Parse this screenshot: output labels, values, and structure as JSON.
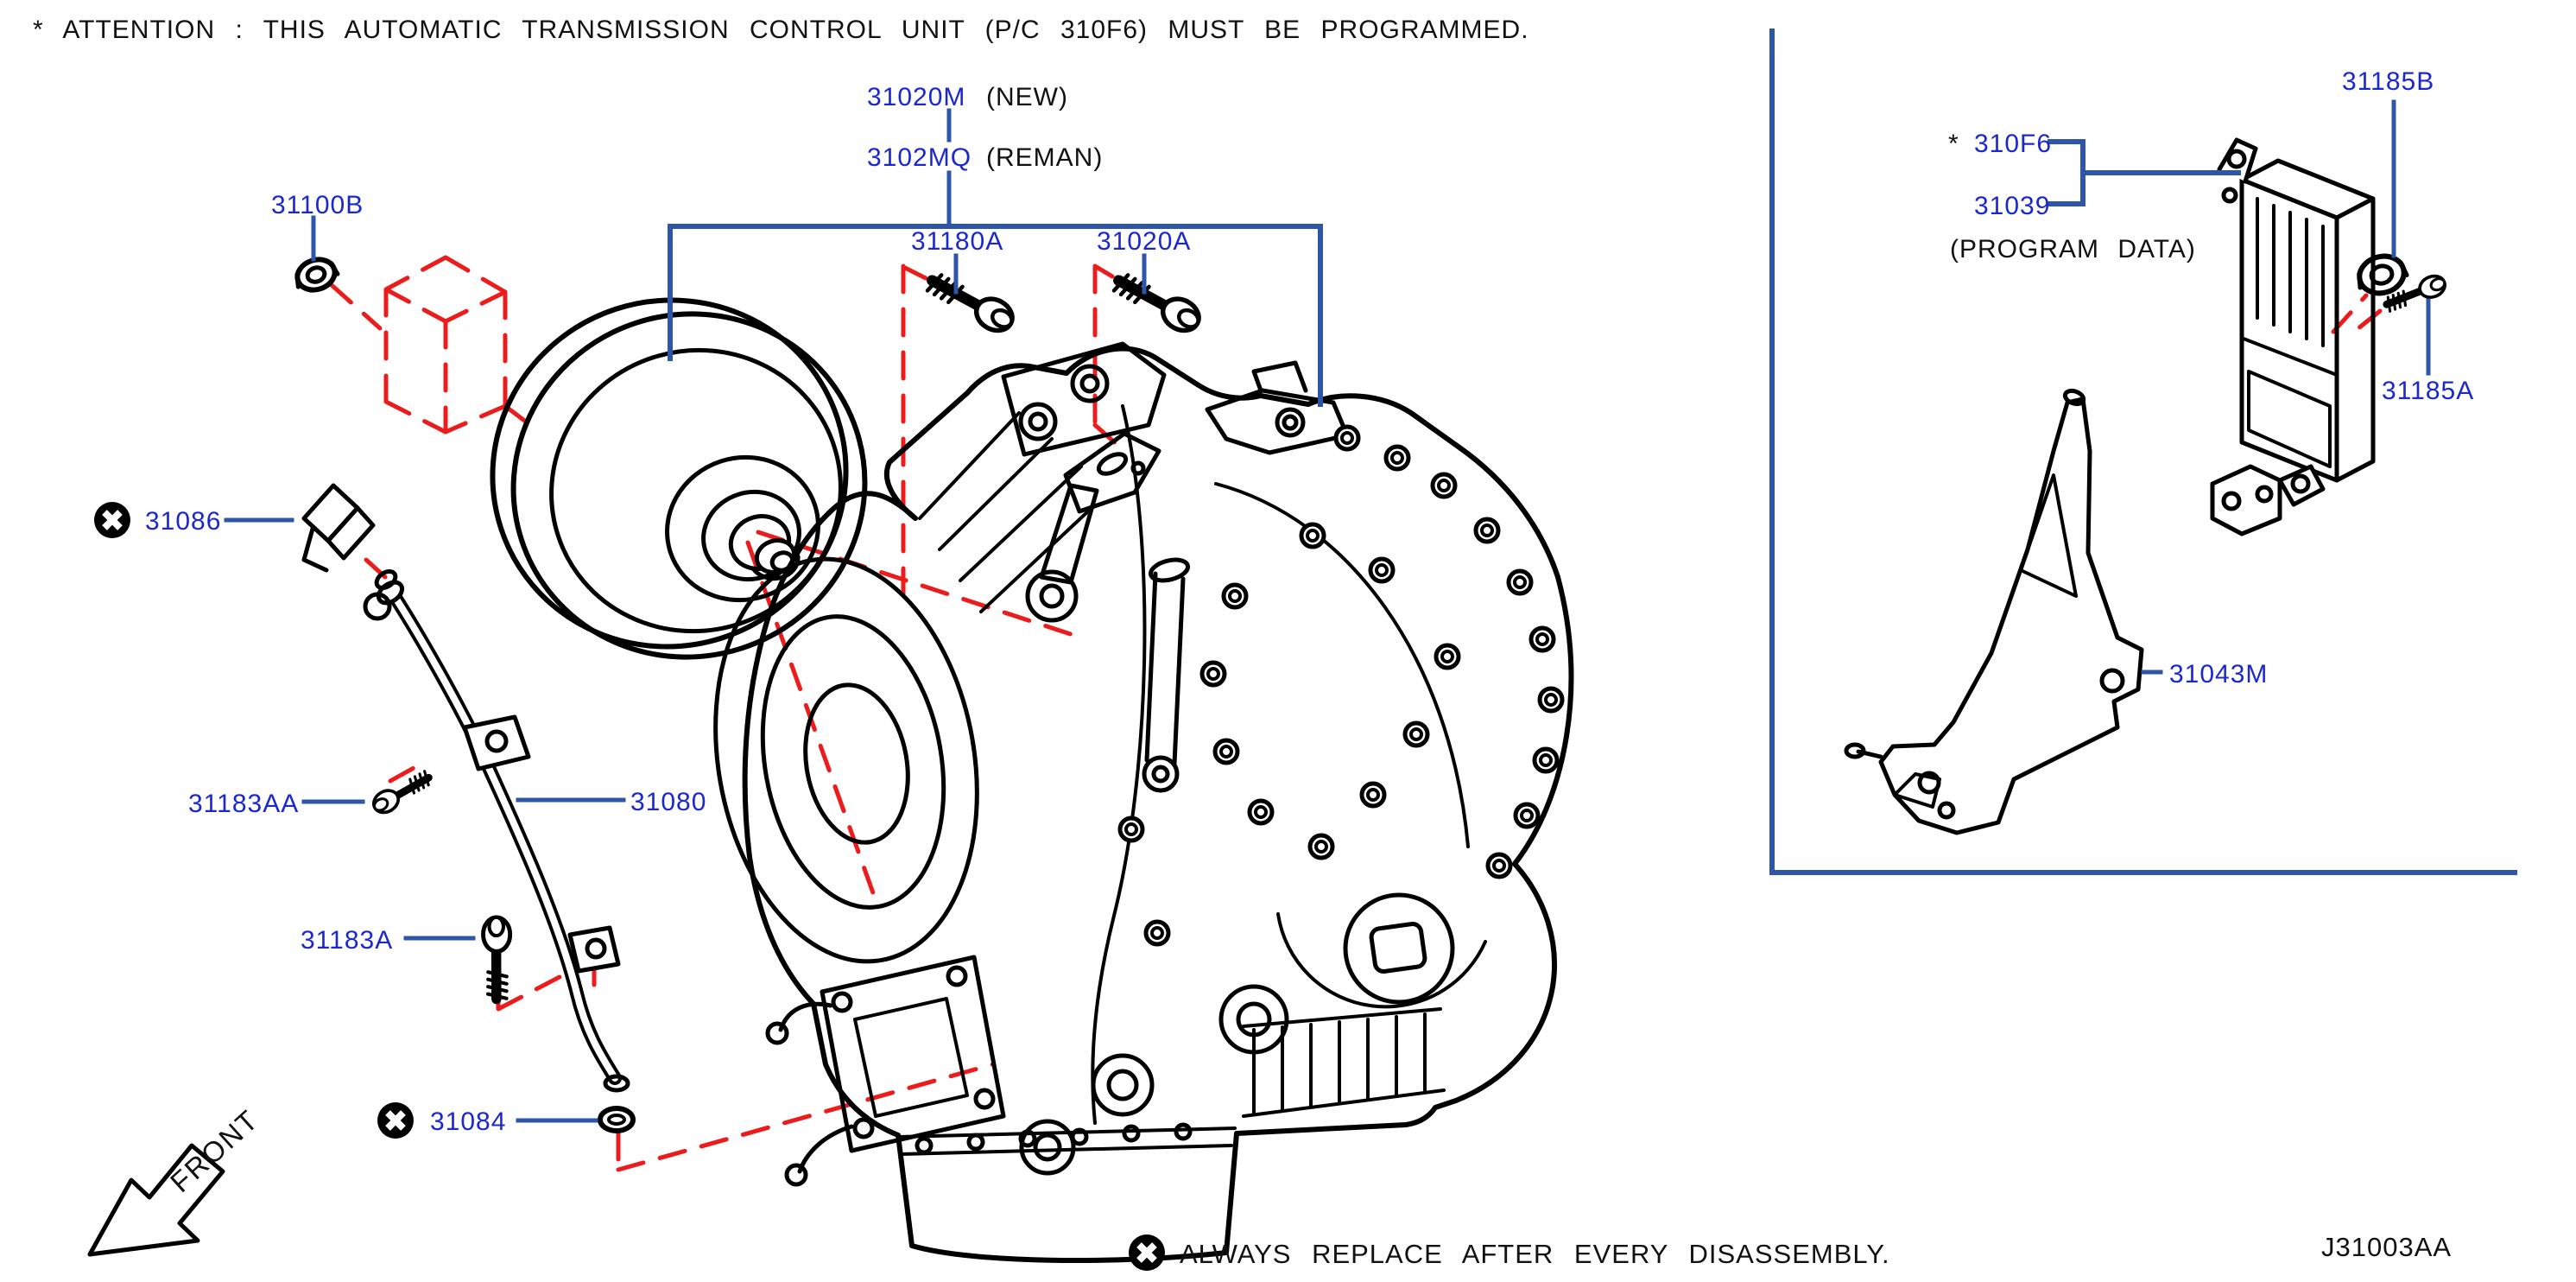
{
  "attention_note": "* ATTENTION : THIS AUTOMATIC TRANSMISSION CONTROL UNIT (P/C 310F6) MUST BE PROGRAMMED.",
  "replace_note": "ALWAYS REPLACE AFTER EVERY DISASSEMBLY.",
  "diagram_code": "J31003AA",
  "front_label": "FRONT",
  "colors": {
    "label_blue": "#1b27cf",
    "leader_blue": "#2d55a8",
    "phantom_red": "#ec1c1c",
    "line_black": "#000000"
  },
  "parts": {
    "tc_new_code": "31020M",
    "tc_new_note": "(NEW)",
    "tc_reman_code": "3102MQ",
    "tc_reman_note": "(REMAN)",
    "nut_converter_housing": "31100B",
    "bolt_housing": "31180A",
    "bolt_converter": "31020A",
    "clip": "31086",
    "bolt_tube_upper": "31183AA",
    "oil_level_gauge_tube": "31080",
    "bolt_tube_lower": "31183A",
    "oring": "31084",
    "pc_prefix": "*",
    "pc_code": "310F6",
    "program_code": "31039",
    "program_note": "(PROGRAM DATA)",
    "nut_tcu": "31185B",
    "bolt_tcu": "31185A",
    "bracket_tcu": "31043M"
  }
}
